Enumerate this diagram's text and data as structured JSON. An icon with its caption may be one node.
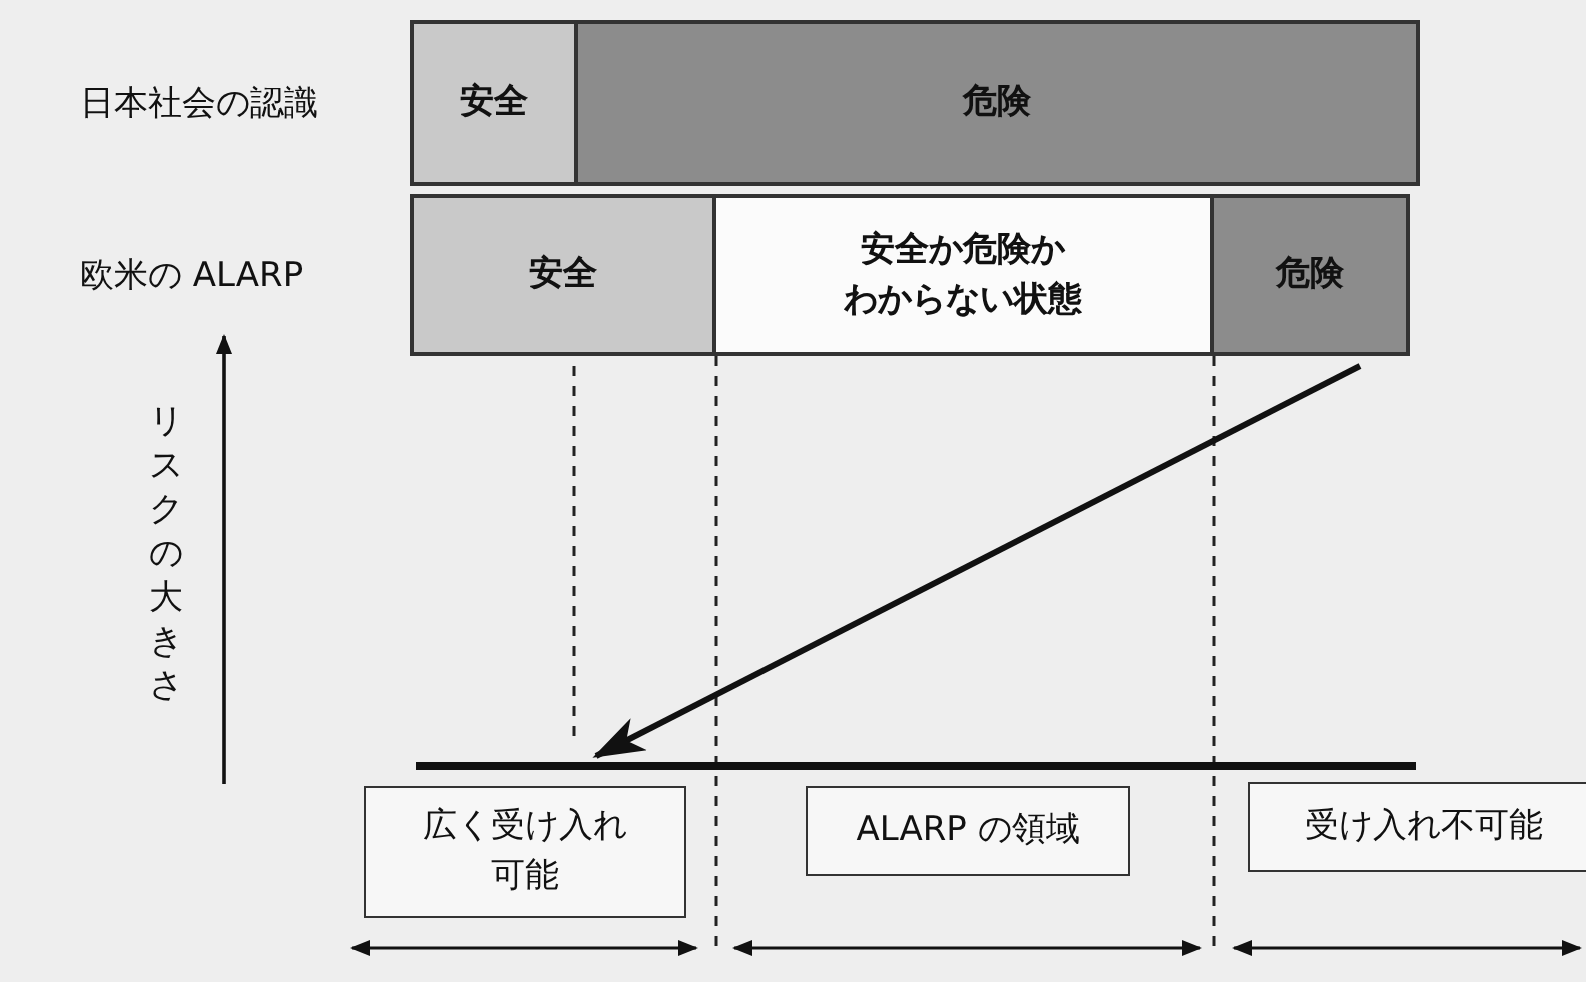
{
  "diagram": {
    "nodes": [
      {
        "text": [
          "安全"
        ]
      },
      {
        "text": [
          "危険"
        ]
      },
      {
        "text": [
          "安全"
        ]
      },
      {
        "text": [
          "安全か危険かわからない状態"
        ]
      },
      {
        "text": [
          "危険"
        ]
      },
      {
        "text": [],
        "shape": "bar"
      },
      {
        "text": [
          "広く受け入れ可能"
        ]
      },
      {
        "text": [
          "ALARP の領域"
        ]
      },
      {
        "text": [
          "受け入れ不可能"
        ]
      }
    ],
    "edges": [
      {
        "from": 4,
        "to": 5,
        "arrow": "to"
      }
    ],
    "labels": [
      "日本社会の認識",
      "欧米の ALARP",
      "リスクの大きさ"
    ]
  }
}
